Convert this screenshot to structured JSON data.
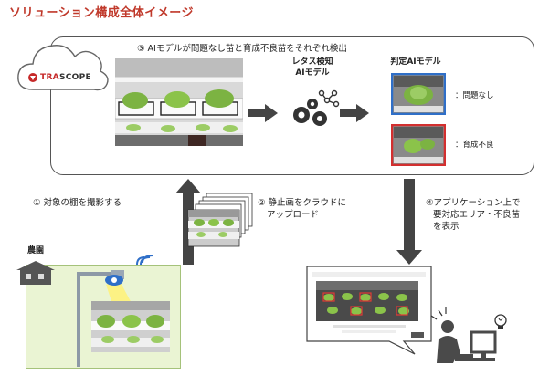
{
  "title": "ソリューション構成全体イメージ",
  "cloud": {
    "logo_prefix": "TRA",
    "logo_suffix": "SCOPE",
    "step3": "③ AIモデルが問題なし苗と育成不良苗をそれぞれ検出",
    "model_label": "レタス検知\nAIモデル",
    "judge_title": "判定AIモデル",
    "result_ok": "：問題なし",
    "result_ng": "：育成不良"
  },
  "steps": {
    "step1": "① 対象の棚を撮影する",
    "step2_line1": "② 静止画をクラウドに",
    "step2_line2": "アップロード",
    "step4_line1": "④アプリケーション上で",
    "step4_line2": "要対応エリア・不良苗",
    "step4_line3": "を表示"
  },
  "farm": {
    "label": "農園"
  },
  "colors": {
    "title": "#c0392b",
    "ok_border": "#2f6fc8",
    "ng_border": "#d32f2f",
    "arrow": "#444444",
    "farm_bg": "#eaf4d3"
  }
}
